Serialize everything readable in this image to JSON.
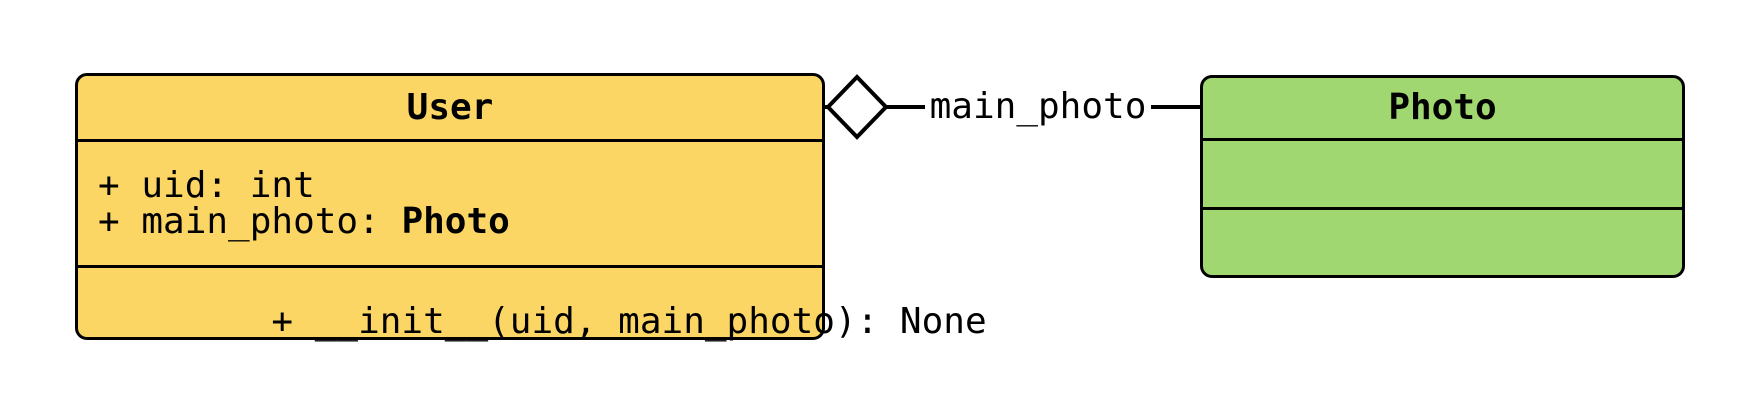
{
  "canvas": {
    "background": "#FFFFFF",
    "stroke_color": "#000000"
  },
  "classes": [
    {
      "name": "User",
      "fill": "#FBD665",
      "attributes": [
        {
          "text": "+ uid: int",
          "type": ""
        },
        {
          "text": "+ main_photo: ",
          "type": "Photo"
        }
      ],
      "methods": [
        {
          "text": "+ __init__(uid, main_photo): None"
        }
      ]
    },
    {
      "name": "Photo",
      "fill": "#A0D770",
      "attributes": [],
      "methods": []
    }
  ],
  "relationship": {
    "type": "aggregation",
    "from": "User",
    "to": "Photo",
    "label": "main_photo",
    "diamond_fill": "#FFFFFF"
  }
}
